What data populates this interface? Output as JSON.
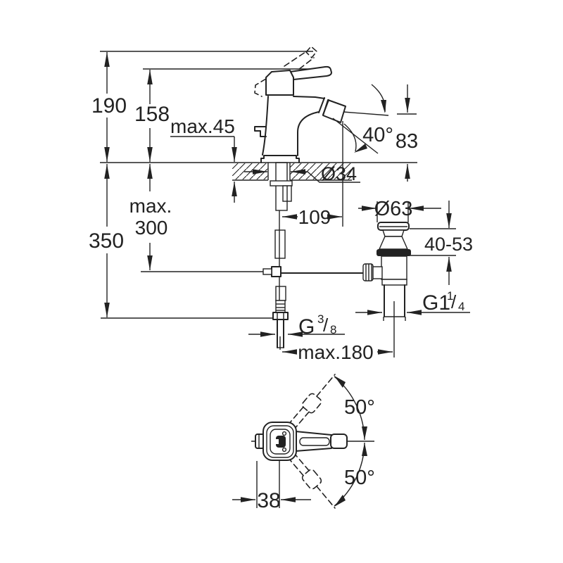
{
  "colors": {
    "ink": "#222222",
    "background": "#ffffff"
  },
  "side_view": {
    "overall_height": "190",
    "height_to_lever": "158",
    "max_deck_thickness": "max.45",
    "outlet_angle": "40°",
    "outlet_height": "83",
    "hole_diameter": "Ø34",
    "spout_projection": "109",
    "below_deck_max_line1": "max.",
    "below_deck_max_line2": "300",
    "supply_height": "350",
    "waste_flange_diameter": "Ø63",
    "waste_height_range": "40-53",
    "waste_thread": {
      "base": "G1",
      "sup": "1",
      "slash": "/",
      "sub": "4"
    },
    "supply_thread": {
      "base": "G",
      "sup": "3",
      "slash": "/",
      "sub": "8"
    },
    "rod_max_length": "max.180"
  },
  "top_view": {
    "handle_swing_upper": "50°",
    "handle_swing_lower": "50°",
    "handle_offset": "38"
  }
}
